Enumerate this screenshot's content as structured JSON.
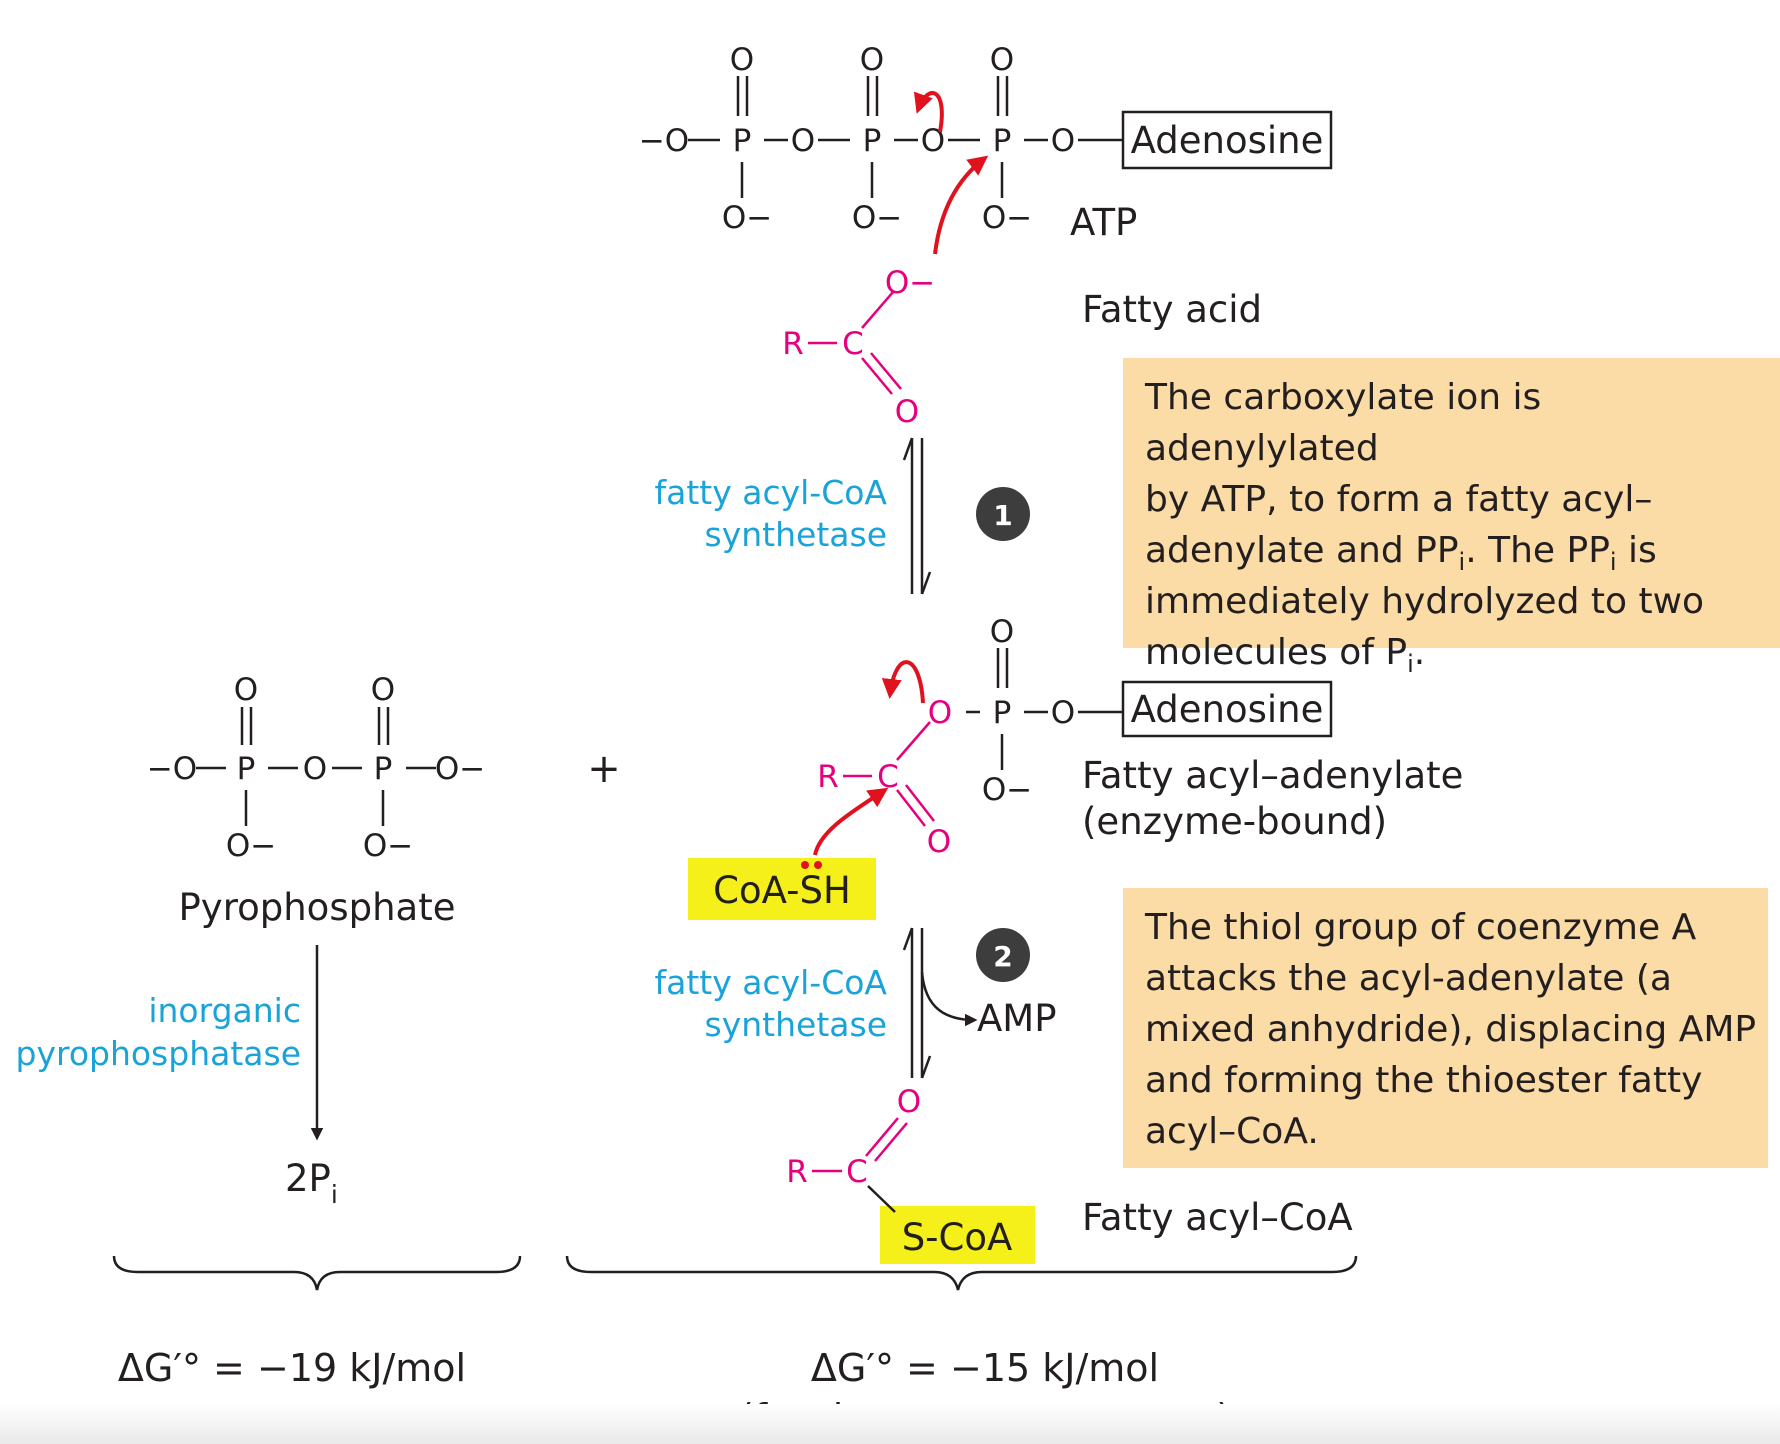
{
  "atp": {
    "o": "O",
    "p": "P",
    "o_minus": "O−",
    "minus_o": "−O",
    "adenosine": "Adenosine",
    "label": "ATP"
  },
  "fatty_acid": {
    "r": "R",
    "c": "C",
    "o": "O",
    "o_minus": "O−",
    "label": "Fatty acid"
  },
  "step1": {
    "enzyme_line1": "fatty acyl-CoA",
    "enzyme_line2": "synthetase",
    "number": "1"
  },
  "step2": {
    "enzyme_line1": "fatty acyl-CoA",
    "enzyme_line2": "synthetase",
    "number": "2",
    "product": "AMP"
  },
  "box1": {
    "line1": "The carboxylate ion is adenylylated",
    "line2": "by ATP, to form a fatty acyl–",
    "line3_a": "adenylate and PP",
    "sub_i": "i",
    "line3_b": ". The PP",
    "line3_c": " is",
    "line4": "immediately hydrolyzed to two",
    "line5_a": "molecules of P",
    "line5_b": "."
  },
  "box2": {
    "line1": "The thiol group of coenzyme A",
    "line2": "attacks the acyl-adenylate (a",
    "line3": "mixed anhydride), displacing AMP",
    "line4": "and forming the thioester fatty",
    "line5": "acyl–CoA."
  },
  "adenylate": {
    "label1": "Fatty acyl–adenylate",
    "label2": "(enzyme-bound)",
    "adenosine": "Adenosine"
  },
  "coa_sh": {
    "text": "CoA-SH",
    "highlight_color": "#f5ef1a"
  },
  "acyl_coa": {
    "s_coa": "S-CoA",
    "label": "Fatty acyl–CoA"
  },
  "pyrophosphate": {
    "label": "Pyrophosphate",
    "enzyme_line1": "inorganic",
    "enzyme_line2": "pyrophosphatase",
    "product": "2P",
    "product_sub": "i"
  },
  "plus": "+",
  "delta_g_left": "ΔG′° = −19 kJ/mol",
  "delta_g_right": "ΔG′° = −15 kJ/mol",
  "delta_g_right_note": "(for the two-step process)",
  "colors": {
    "arrow_red": "#e0121e",
    "magenta": "#e6007e",
    "enzyme_blue": "#1aa3d9",
    "box_fill": "#fbdca6",
    "highlight_yellow": "#f5ef1a",
    "badge": "#3d3d3d"
  }
}
